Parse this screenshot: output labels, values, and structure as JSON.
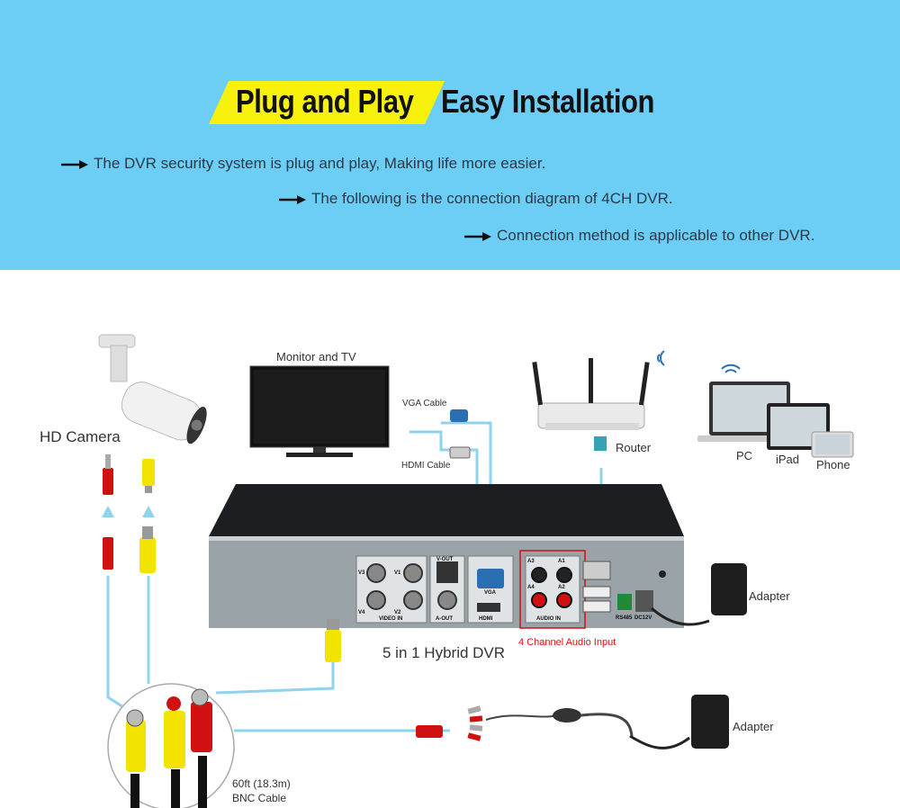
{
  "headline": {
    "part1": "Plug and Play",
    "part2": "Easy Installation"
  },
  "notes": [
    "The DVR security system is plug and play, Making life more easier.",
    "The following is the connection diagram of 4CH DVR.",
    "Connection method is applicable to other DVR."
  ],
  "labels": {
    "hd_camera": "HD Camera",
    "monitor": "Monitor and TV",
    "vga_cable": "VGA Cable",
    "hdmi_cable": "HDMI Cable",
    "router": "Router",
    "pc": "PC",
    "ipad": "iPad",
    "phone": "Phone",
    "adapter_top": "Adapter",
    "adapter_bottom": "Adapter",
    "dvr": "5 in 1 Hybrid DVR",
    "audio_input": "4 Channel Audio Input",
    "bnc_length": "60ft (18.3m)",
    "bnc_cable": "BNC Cable"
  },
  "ports": {
    "v3": "V3",
    "v1": "V1",
    "v4": "V4",
    "v2": "V2",
    "video_in": "VIDEO IN",
    "vout": "V-OUT",
    "aout": "A-OUT",
    "vga": "VGA",
    "hdmi": "HDMI",
    "a3": "A3",
    "a1": "A1",
    "a4": "A4",
    "a2": "A2",
    "audio_in": "AUDIO IN",
    "rs485": "RS485",
    "dc12v": "DC12V"
  },
  "colors": {
    "banner": "#6ccdf5",
    "highlight": "#f7f10c",
    "cable": "#8fd3ee",
    "accent_red": "#d11111"
  }
}
